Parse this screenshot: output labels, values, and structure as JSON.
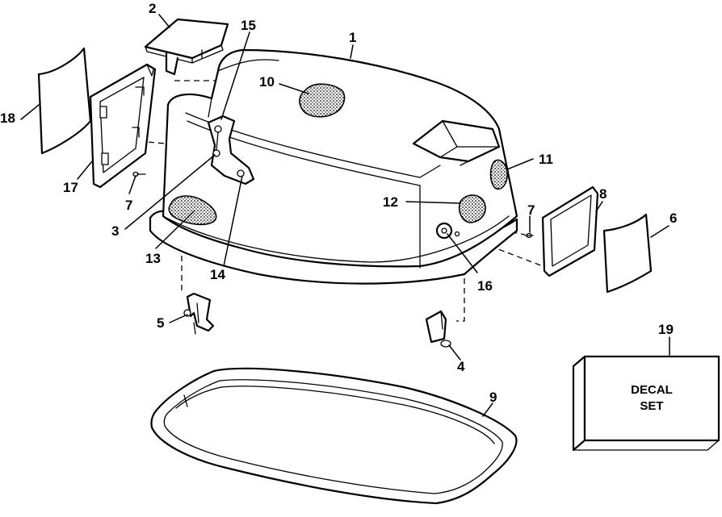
{
  "callouts": {
    "c1": "1",
    "c2": "2",
    "c3": "3",
    "c4": "4",
    "c5": "5",
    "c6": "6",
    "c7a": "7",
    "c7b": "7",
    "c8": "8",
    "c9": "9",
    "c10": "10",
    "c11": "11",
    "c12": "12",
    "c13": "13",
    "c14": "14",
    "c15": "15",
    "c16": "16",
    "c17": "17",
    "c18": "18",
    "c19": "19"
  },
  "decal_box": {
    "line1": "DECAL",
    "line2": "SET"
  }
}
